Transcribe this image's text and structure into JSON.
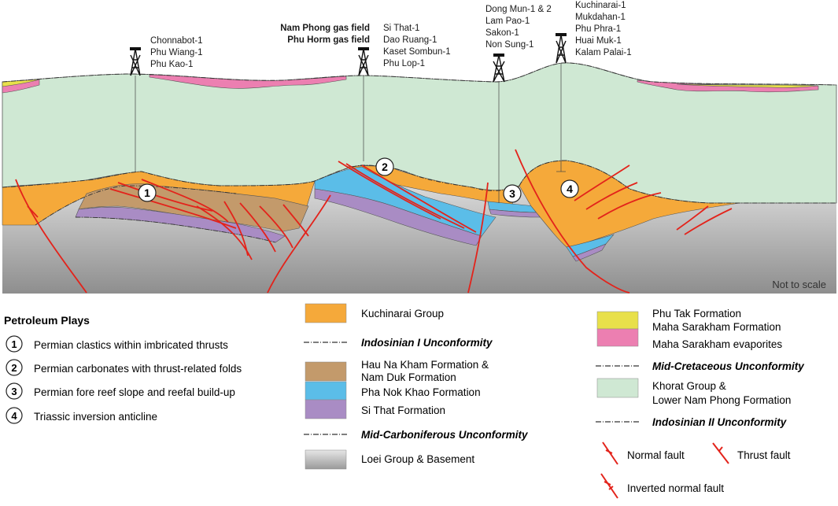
{
  "wells": [
    {
      "id": "w1",
      "names": [
        "Chonnabot-1",
        "Phu Wiang-1",
        "Phu Kao-1"
      ],
      "bold": []
    },
    {
      "id": "w2",
      "names": [
        "Si That-1",
        "Dao Ruang-1",
        "Kaset Sombun-1",
        "Phu Lop-1"
      ],
      "bold": [
        "Nam Phong gas field",
        "Phu Horm gas field"
      ]
    },
    {
      "id": "w3",
      "names": [
        "Dong Mun-1 & 2",
        "Lam Pao-1",
        "Sakon-1",
        "Non Sung-1"
      ],
      "bold": []
    },
    {
      "id": "w4",
      "names": [
        "Kuchinarai-1",
        "Mukdahan-1",
        "Phu Phra-1",
        "Huai Muk-1",
        "Kalam Palai-1"
      ],
      "bold": []
    }
  ],
  "note": "Not to scale",
  "plays": {
    "title": "Petroleum Plays",
    "items": [
      {
        "num": "1",
        "label": "Permian clastics within imbricated thrusts"
      },
      {
        "num": "2",
        "label": "Permian carbonates with thrust-related folds"
      },
      {
        "num": "3",
        "label": "Permian fore reef slope and reefal build-up"
      },
      {
        "num": "4",
        "label": "Triassic inversion anticline"
      }
    ]
  },
  "legend_mid": {
    "kuchinarai": "Kuchinarai Group",
    "indosinian1": "Indosinian I Unconformity",
    "haunakham_1": "Hau Na Kham Formation &",
    "haunakham_2": "Nam Duk Formation",
    "phanokkhao": "Pha Nok Khao Formation",
    "sithat": "Si That Formation",
    "midcarb": "Mid-Carboniferous Unconformity",
    "loei": "Loei Group & Basement"
  },
  "legend_right": {
    "phutak": "Phu Tak Formation",
    "mahasarakham": "Maha Sarakham Formation",
    "evaporites": "Maha Sarakham evaporites",
    "midcret": "Mid-Cretaceous Unconformity",
    "khorat_1": "Khorat Group &",
    "khorat_2": "Lower Nam Phong Formation",
    "indosinian2": "Indosinian II Unconformity",
    "normal": "Normal fault",
    "thrust": "Thrust fault",
    "inverted": "Inverted normal fault"
  },
  "colors": {
    "kuchinarai": "#f5a93a",
    "haunakham": "#c39a6b",
    "phanokkhao": "#5bbde8",
    "sithat": "#a98cc4",
    "phutak": "#e8e04a",
    "evaporite": "#ec7fb1",
    "khorat": "#cfe8d3",
    "basement_top": "#f2f2f2",
    "basement_bottom": "#8f8f8f",
    "fault": "#e3231b"
  }
}
